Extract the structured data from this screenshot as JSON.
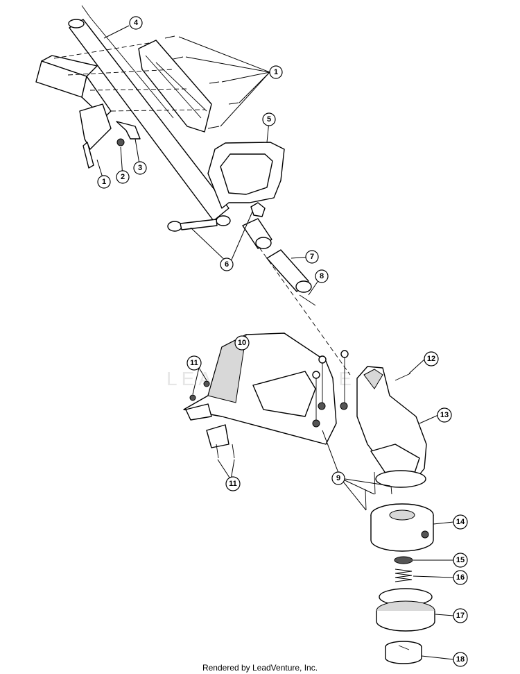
{
  "watermark": "LEADVENTURE",
  "footer": "Rendered by LeadVenture, Inc.",
  "callouts": {
    "c1a": "1",
    "c1b": "1",
    "c2": "2",
    "c3": "3",
    "c4": "4",
    "c5": "5",
    "c6": "6",
    "c7": "7",
    "c8": "8",
    "c9": "9",
    "c10": "10",
    "c11a": "11",
    "c11b": "11",
    "c12": "12",
    "c13": "13",
    "c14": "14",
    "c15": "15",
    "c16": "16",
    "c17": "17",
    "c18": "18"
  }
}
